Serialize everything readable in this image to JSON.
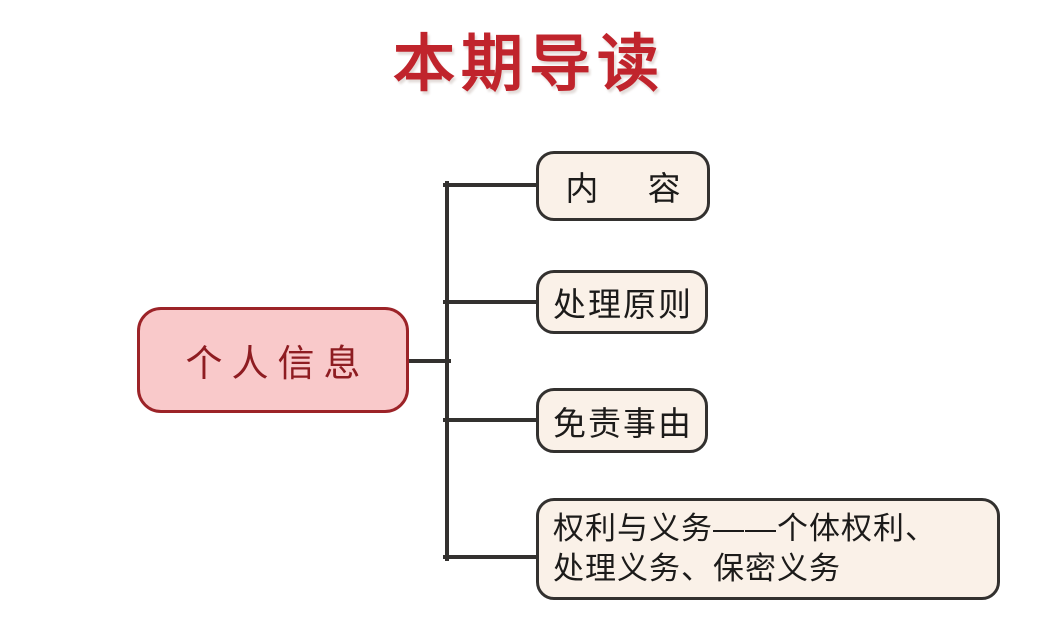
{
  "page": {
    "title": "本期导读",
    "background_color": "#FFFFFF",
    "title_color": "#C0242C"
  },
  "diagram": {
    "type": "mind-map",
    "orientation": "left-to-right",
    "connector_color": "#33312F",
    "root": {
      "label": "个人信息",
      "fill_color": "#F9C9CA",
      "border_color": "#9C2328",
      "text_color": "#8E1C21"
    },
    "children": [
      {
        "label": "内 容",
        "fill_color": "#FAF1E8",
        "border_color": "#33312F",
        "text_color": "#1C1B1A"
      },
      {
        "label": "处理原则",
        "fill_color": "#FAF1E8",
        "border_color": "#33312F",
        "text_color": "#1C1B1A"
      },
      {
        "label": "免责事由",
        "fill_color": "#FAF1E8",
        "border_color": "#33312F",
        "text_color": "#1C1B1A"
      },
      {
        "label": "权利与义务——个体权利、\n处理义务、保密义务",
        "fill_color": "#FAF1E8",
        "border_color": "#33312F",
        "text_color": "#1C1B1A"
      }
    ]
  }
}
